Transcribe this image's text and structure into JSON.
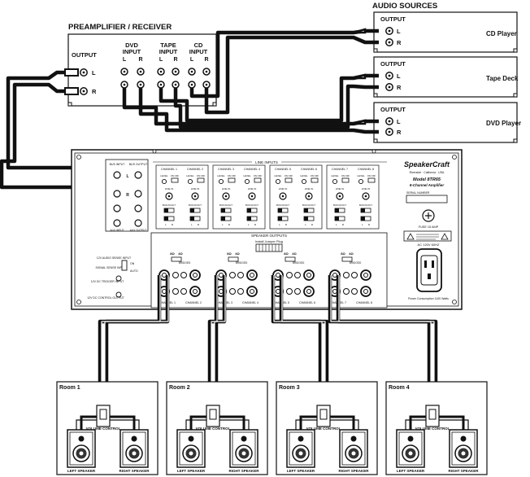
{
  "audio_sources": {
    "title": "AUDIO SOURCES",
    "output_label": "OUTPUT",
    "left": "L",
    "right": "R",
    "sources": [
      "CD Player",
      "Tape Deck",
      "DVD Player"
    ]
  },
  "preamp": {
    "title": "PREAMPLIFIER / RECEIVER",
    "output_label": "OUTPUT",
    "left": "L",
    "right": "R",
    "inputs": [
      {
        "line1": "DVD",
        "line2": "INPUT"
      },
      {
        "line1": "TAPE",
        "line2": "INPUT"
      },
      {
        "line1": "CD",
        "line2": "INPUT"
      }
    ]
  },
  "amplifier": {
    "brand": "SpeakerCraft",
    "tagline": "Riverside · California · USA",
    "model": "Model 8TR65",
    "model_sub": "8-Channel Amplifier",
    "serial_label": "SERIAL NUMBER",
    "line_inputs_label": "LINE INPUTS",
    "speaker_outputs_label": "SPEAKER OUTPUTS",
    "bus_input": "BUS INPUT",
    "bus_output": "BUS OUTPUT",
    "aux_input": "AUX INPUT",
    "aux_output": "AUX OUTPUT",
    "install_jumper": "Install Jumper Plug",
    "fuse": "FUSE 15 AMP",
    "ac_power": "AC 120V 60HZ",
    "power_consumption": "Power Consumption 1100 Watts",
    "left": "L",
    "right": "R",
    "ohm_8": "8Ω",
    "ohm_4": "4Ω",
    "bridged": "BRIDGED",
    "level": "LEVEL",
    "line_in": "LINE IN",
    "on_off": "ON OFF",
    "bus_in_out": "BUS IN/OUT",
    "channels": [
      "CHANNEL 1",
      "CHANNEL 2",
      "CHANNEL 3",
      "CHANNEL 4",
      "CHANNEL 5",
      "CHANNEL 6",
      "CHANNEL 7",
      "CHANNEL 8"
    ],
    "trigger_labels": [
      "12V AUDIO SENSE INPUT",
      "SIGNAL SENSE INPUT",
      "12V DC TRIGGER INPUT",
      "12V DC CONTROL OUTPUT"
    ],
    "on_label": "ON",
    "auto_label": "AUTO"
  },
  "rooms": [
    {
      "name": "Room 1",
      "control": "VOLUME CONTROL",
      "left": "LEFT SPEAKER",
      "right": "RIGHT SPEAKER"
    },
    {
      "name": "Room 2",
      "control": "VOLUME CONTROL",
      "left": "LEFT SPEAKER",
      "right": "RIGHT SPEAKER"
    },
    {
      "name": "Room 3",
      "control": "VOLUME CONTROL",
      "left": "LEFT SPEAKER",
      "right": "RIGHT SPEAKER"
    },
    {
      "name": "Room 4",
      "control": "VOLUME CONTROL",
      "left": "LEFT SPEAKER",
      "right": "RIGHT SPEAKER"
    }
  ]
}
